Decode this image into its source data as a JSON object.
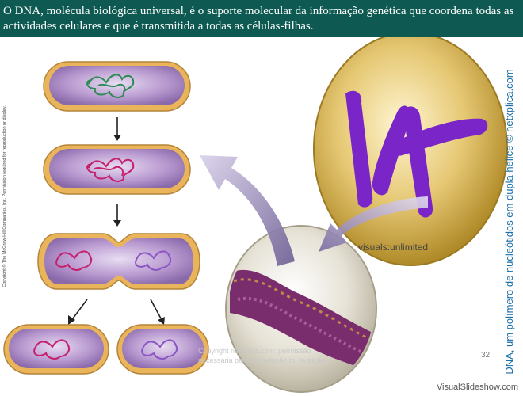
{
  "slide": {
    "title": "O DNA, molécula biológica universal, é o suporte molecular da informação genética que coordena todas as actividades celulares e que é transmitida a todas as células-filhas.",
    "side_credit": "Copyright © The McGraw-Hill Companies, Inc. Permission required for reproduction or display.",
    "vertical_caption": "DNA, um polímero de nucleótidos em dupla hélice © netxplica.com",
    "micro_label_top": "visuals:unlimited",
    "micro_label_bottom": "visuals:unlimited",
    "watermark_line1": "Copyright netxplica.com: permissão",
    "watermark_line2": "necessária para reprodução ou exibição",
    "page_number": "32",
    "brand": "VisualSlideshow.com"
  },
  "colors": {
    "header_bg": "#0e5a52",
    "cell_wall": "#e9b45a",
    "cell_interior": "#b99ad0",
    "dna_green": "#2e8a57",
    "dna_magenta": "#c4206b",
    "chromosome": "#7a25c8",
    "lens_gold": "#d8b24a",
    "caption_blue": "#1a6fa8"
  }
}
